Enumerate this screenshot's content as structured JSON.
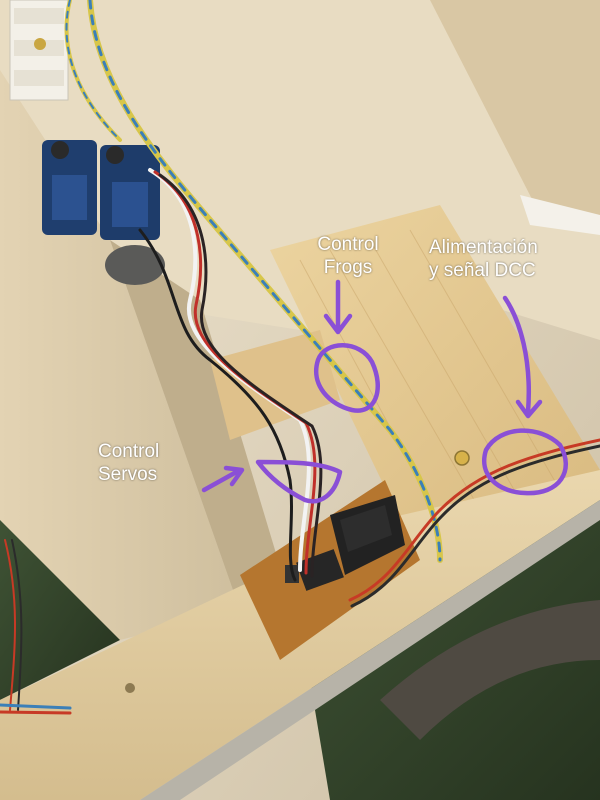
{
  "labels": {
    "control_frogs": {
      "line1": "Control",
      "line2": "Frogs"
    },
    "power_dcc": {
      "line1": "Alimentación",
      "line2": "y señal DCC"
    },
    "control_servos": {
      "line1": "Control",
      "line2": "Servos"
    }
  },
  "colors": {
    "annotation": "#8a4fd6",
    "label_text": "#ffffff",
    "wood": "#e6cf9c",
    "pcb": "#b5762f"
  }
}
